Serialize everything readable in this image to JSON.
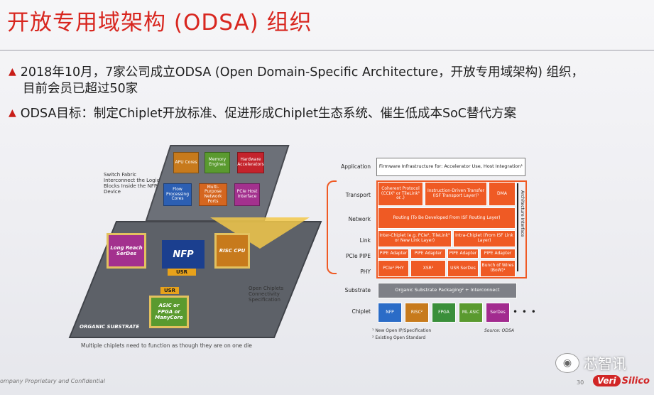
{
  "slide": {
    "title": "开放专用域架构 (ODSA) 组织",
    "bullets": [
      "2018年10月，7家公司成立ODSA (Open Domain-Specific Architecture，开放专用域架构) 组织，",
      "目前会员已超过50家",
      "ODSA目标：制定Chiplet开放标准、促进形成Chiplet生态系统、催生低成本SoC替代方案"
    ],
    "bullet_marker": "▲",
    "footer": "ompany Proprietary and Confidential",
    "page_number": "30",
    "wechat_name": "芯智讯",
    "logo_oval": "Veri",
    "logo_text": "Silico"
  },
  "left_figure": {
    "annotation_switch": "Switch Fabric Interconnect the Logic Blocks Inside the NFP Device",
    "annotation_open": "Open Chiplets Connectivity Specification",
    "substrate_label": "ORGANIC SUBSTRATE",
    "caption": "Multiple chiplets need to function as though they are on one die",
    "top_dies": [
      {
        "label": "APU Cores",
        "color": "#c77a1c"
      },
      {
        "label": "Memory Engines",
        "color": "#5a9a2f"
      },
      {
        "label": "Hardware Accelerators",
        "color": "#c4232c"
      },
      {
        "label": "Flow Processing Cores",
        "color": "#2c5fb3"
      },
      {
        "label": "Multi-Purpose Network Ports",
        "color": "#d5661f"
      },
      {
        "label": "PCIe Host Interface",
        "color": "#a3318e"
      }
    ],
    "nfp_label": "NFP",
    "usr_label": "USR",
    "long_reach": "Long Reach SerDes",
    "risc_cpu": "RISC CPU",
    "asic_label": "ASIC or FPGA or ManyCore"
  },
  "odsa_stack": {
    "layers": [
      {
        "name": "Application"
      },
      {
        "name": "Transport"
      },
      {
        "name": "Network"
      },
      {
        "name": "Link"
      },
      {
        "name": "PCIe PIPE"
      },
      {
        "name": "PHY"
      },
      {
        "name": "Substrate"
      },
      {
        "name": "Chiplet"
      }
    ],
    "application_box": "Firmware Infrastructure for: Accelerator Use, Host Integration¹",
    "transport_cells": [
      "Coherent Protocol (CCIX² or TileLink² or..)",
      "Instruction-Driven Transfer (ISF Transport Layer)¹",
      "DMA"
    ],
    "network_cell": "Routing (To Be Developed From ISF Routing Layer)",
    "link_cells": [
      "Inter-Chiplet (e.g. PCIe², TileLink² or New Link Layer)",
      "Intra-Chiplet (From ISF Link Layer)"
    ],
    "pipe_cells": [
      "PIPE Adapter",
      "PIPE Adapter",
      "PIPE Adapter",
      "PIPE Adapter"
    ],
    "phy_cells": [
      "PCIe² PHY",
      "XSR²",
      "USR SerDes",
      "Bunch of Wires (BoW)¹"
    ],
    "substrate_cell": "Organic Substrate Packaging² + Interconnect",
    "chiplet_cells": [
      "NFP",
      "RISC²",
      "FPGA",
      "ML ASIC",
      "SerDes"
    ],
    "chiplet_more": "• • •",
    "arch_interface": "Architecture Interface",
    "footnote_1": "¹ New Open IP/Specification",
    "footnote_2": "² Existing Open Standard",
    "source": "Source: ODSA"
  }
}
